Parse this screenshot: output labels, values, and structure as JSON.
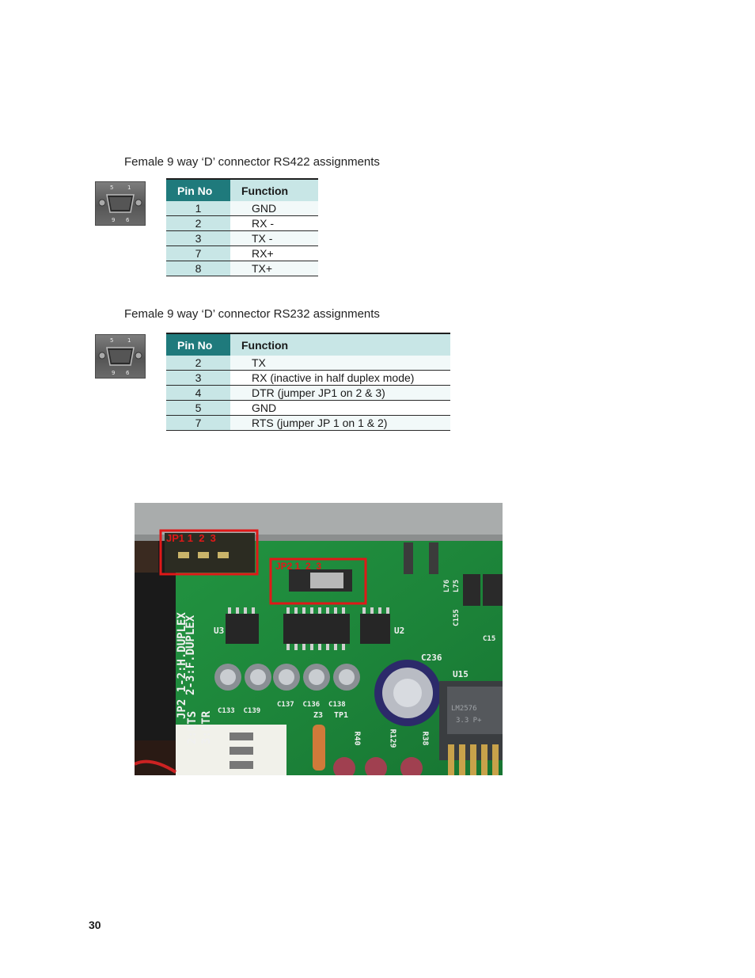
{
  "rs422": {
    "title": "Female 9 way ‘D’ connector RS422 assignments",
    "connector": {
      "pin_top_left": "5",
      "pin_top_right": "1",
      "pin_bot_left": "9",
      "pin_bot_right": "6"
    },
    "header": {
      "pin": "Pin No",
      "function": "Function"
    },
    "rows": [
      {
        "pin": "1",
        "function": "GND"
      },
      {
        "pin": "2",
        "function": "RX -"
      },
      {
        "pin": "3",
        "function": "TX -"
      },
      {
        "pin": "7",
        "function": "RX+"
      },
      {
        "pin": "8",
        "function": "TX+"
      }
    ]
  },
  "rs232": {
    "title": "Female 9 way ‘D’ connector RS232 assignments",
    "connector": {
      "pin_top_left": "5",
      "pin_top_right": "1",
      "pin_bot_left": "9",
      "pin_bot_right": "6"
    },
    "header": {
      "pin": "Pin No",
      "function": "Function"
    },
    "rows": [
      {
        "pin": "2",
        "function": "TX"
      },
      {
        "pin": "3",
        "function": "RX (inactive in half duplex mode)"
      },
      {
        "pin": "4",
        "function": "DTR (jumper JP1 on 2 & 3)"
      },
      {
        "pin": "5",
        "function": "GND"
      },
      {
        "pin": "7",
        "function": "RTS (jumper JP 1 on 1 & 2)"
      }
    ]
  },
  "photo": {
    "jp1_label": "JP1 1  2  3",
    "jp2_label": "JP2 1  2  3",
    "silk_left1": "JP2 1-2:H.DUPLEX",
    "silk_left2": "2-3:F.DUPLEX",
    "silk_left3": "2:RTS",
    "silk_left4": "3:DTR",
    "c236": "C236",
    "u15": "U15",
    "u2": "U2",
    "u3": "U3",
    "tp1": "TP1",
    "r40": "R40",
    "r129": "R129",
    "r38": "R38",
    "cap_labels": "C137  C136  C138",
    "cap_labels2": "C133  C139",
    "z3": "Z3",
    "c155": "C155",
    "c15": "C15",
    "l76": "L76",
    "l75": "L75",
    "ic_text1": "LM2576",
    "ic_text2": "3.3 P+",
    "colors": {
      "pcb": "#1e7f3a",
      "highlight": "#e01818"
    }
  },
  "page_number": "30"
}
